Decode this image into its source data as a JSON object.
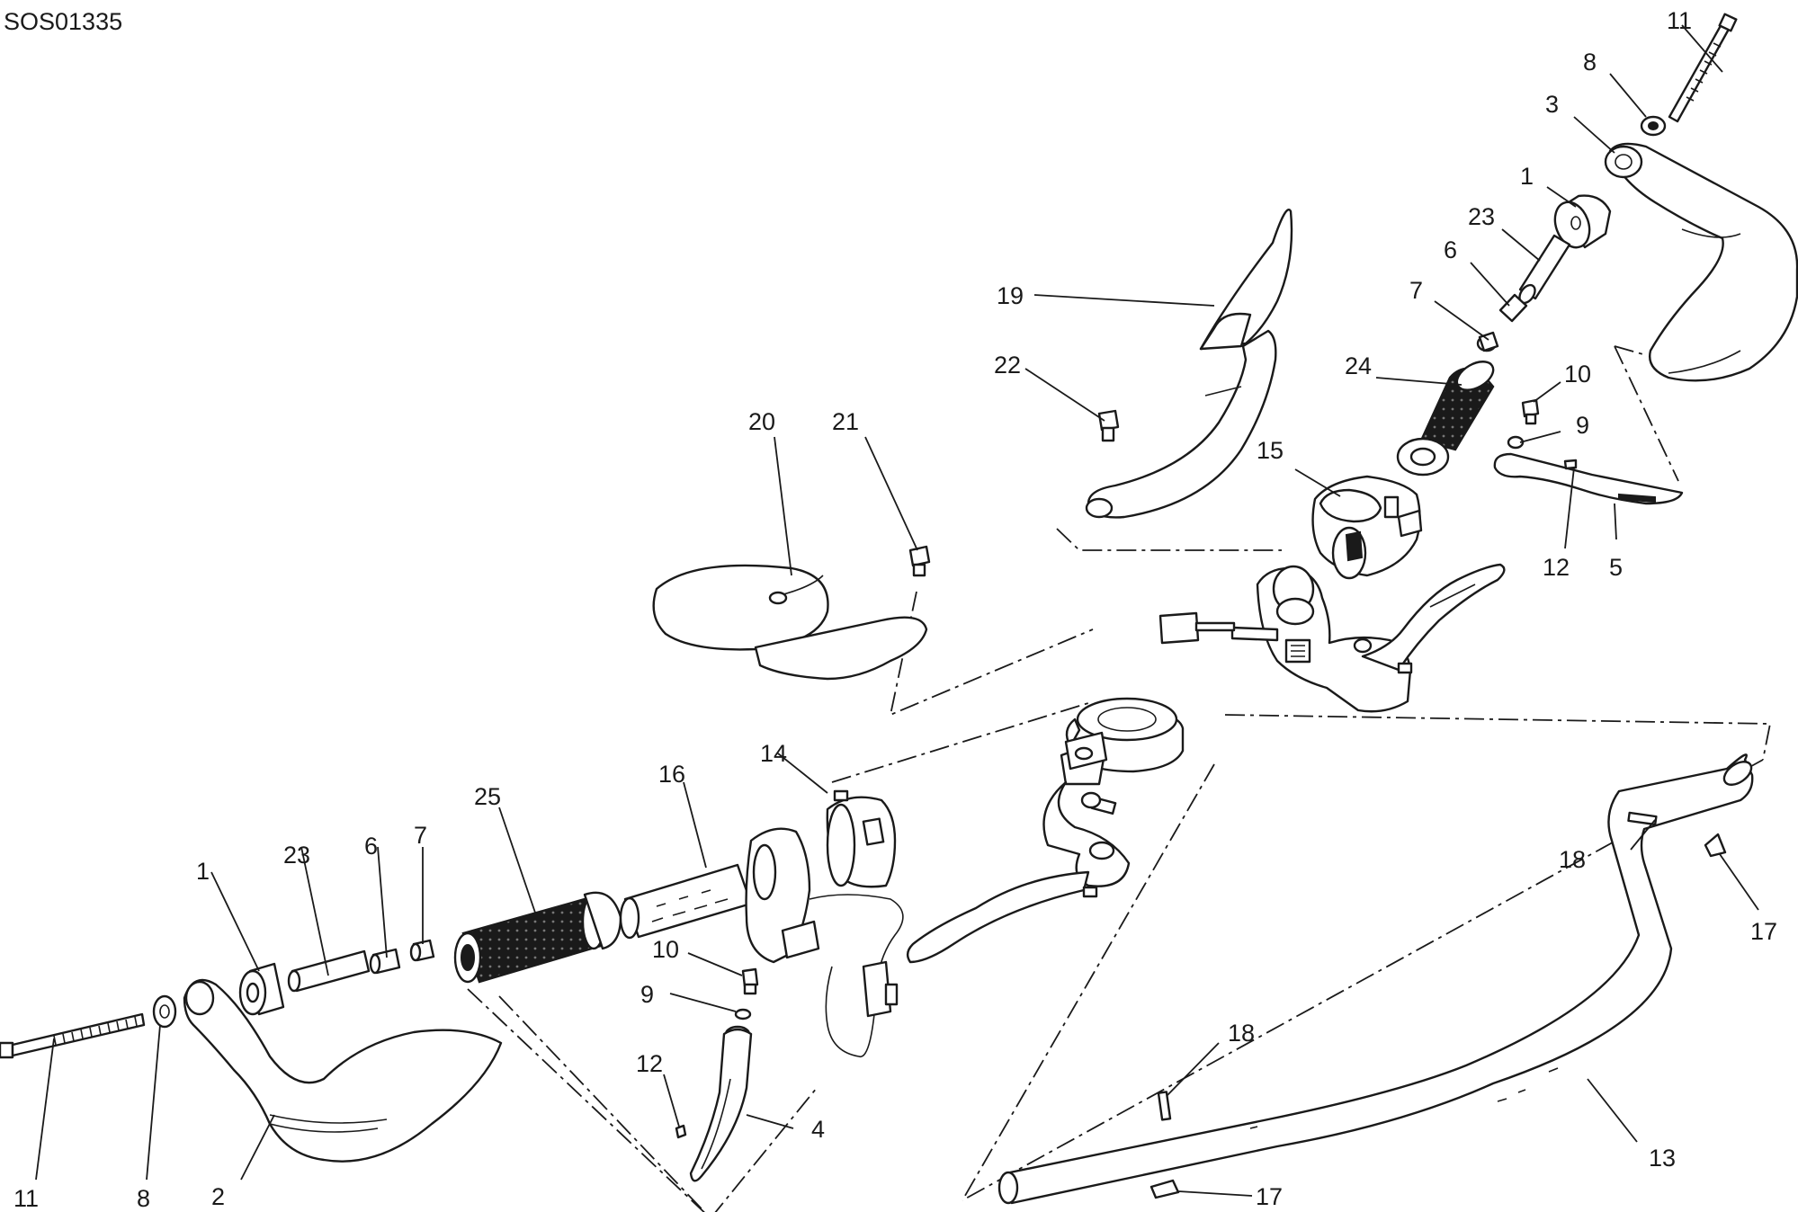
{
  "drawing_code": "SOS01335",
  "callouts": [
    "1",
    "2",
    "3",
    "4",
    "5",
    "6",
    "7",
    "8",
    "9",
    "10",
    "11",
    "12",
    "13",
    "14",
    "15",
    "16",
    "17",
    "18",
    "19",
    "20",
    "21",
    "22",
    "23",
    "24",
    "25"
  ]
}
